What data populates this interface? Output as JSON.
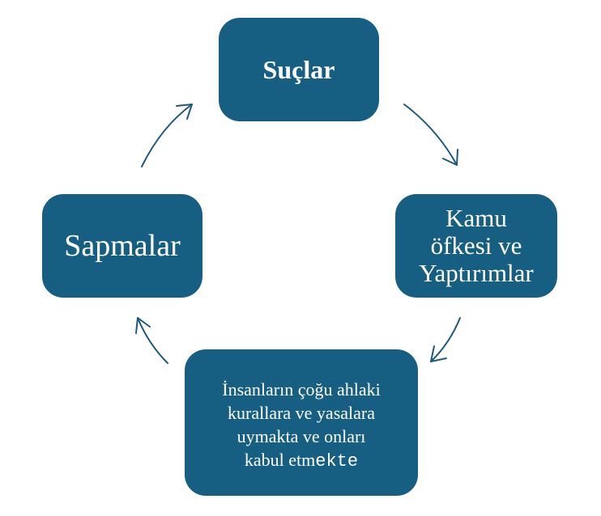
{
  "nodes": {
    "crimes": "Suçlar",
    "public_anger": [
      "Kamu",
      "öfkesi ve",
      "Yaptırımlar"
    ],
    "deviations": "Sapmalar",
    "majority": {
      "lines": [
        "İnsanların çoğu ahlaki",
        "kurallara ve yasalara",
        "uymakta ve onları"
      ],
      "last_line_serif": "kabul etm",
      "last_line_mono": "ekte"
    }
  },
  "colors": {
    "box": "#175f82",
    "arrow": "#1e5a7a",
    "text": "#ffffff"
  }
}
